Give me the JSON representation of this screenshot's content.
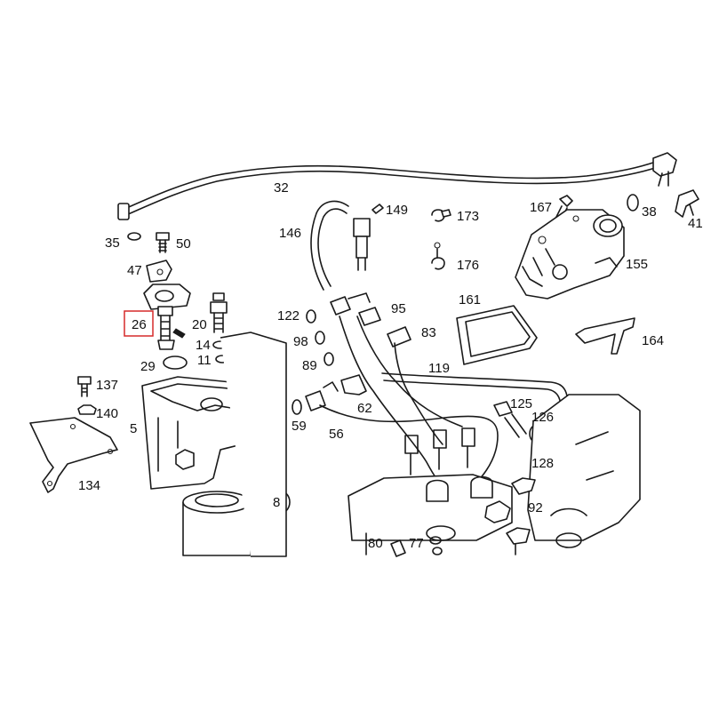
{
  "highlight": {
    "part": "26",
    "color": "#d62a2a"
  },
  "labels": {
    "p32": "32",
    "p35": "35",
    "p50": "50",
    "p47": "47",
    "p26": "26",
    "p20": "20",
    "p14": "14",
    "p11": "11",
    "p29": "29",
    "p137": "137",
    "p140": "140",
    "p5": "5",
    "p134": "134",
    "p8": "8",
    "p146": "146",
    "p149": "149",
    "p173": "173",
    "p176": "176",
    "p167": "167",
    "p38": "38",
    "p41": "41",
    "p155": "155",
    "p161": "161",
    "p164": "164",
    "p122": "122",
    "p95": "95",
    "p98": "98",
    "p83": "83",
    "p89": "89",
    "p119": "119",
    "p62": "62",
    "p59": "59",
    "p56": "56",
    "p125": "125",
    "p126": "126",
    "p128": "128",
    "p92": "92",
    "p80": "80",
    "p77": "77"
  },
  "icons": {
    "diagram": "exploded-engine-parts-diagram"
  }
}
